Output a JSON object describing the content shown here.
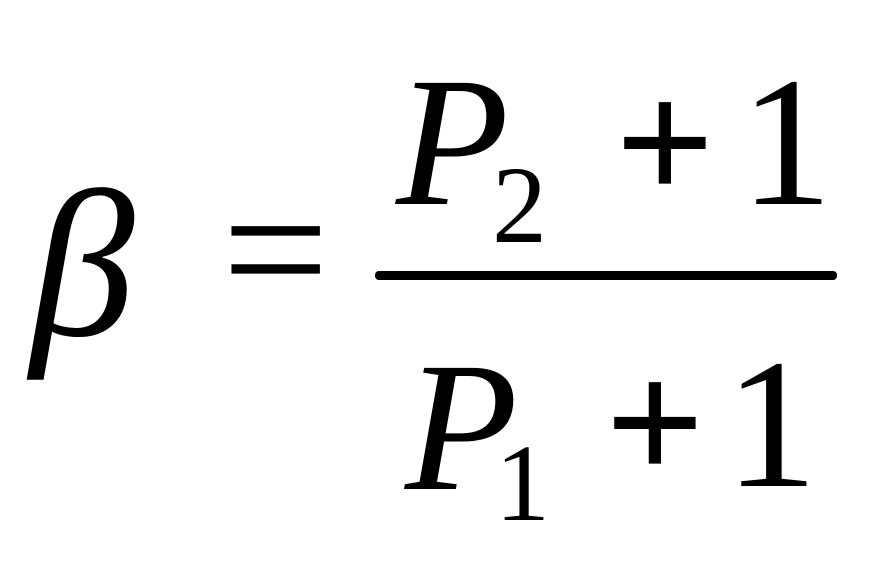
{
  "formula": {
    "lhs": "β",
    "equals": "=",
    "numerator": {
      "variable": "P",
      "subscript": "2",
      "operator": "+",
      "constant": "1"
    },
    "denominator": {
      "variable": "P",
      "subscript": "1",
      "operator": "+",
      "constant": "1"
    }
  }
}
